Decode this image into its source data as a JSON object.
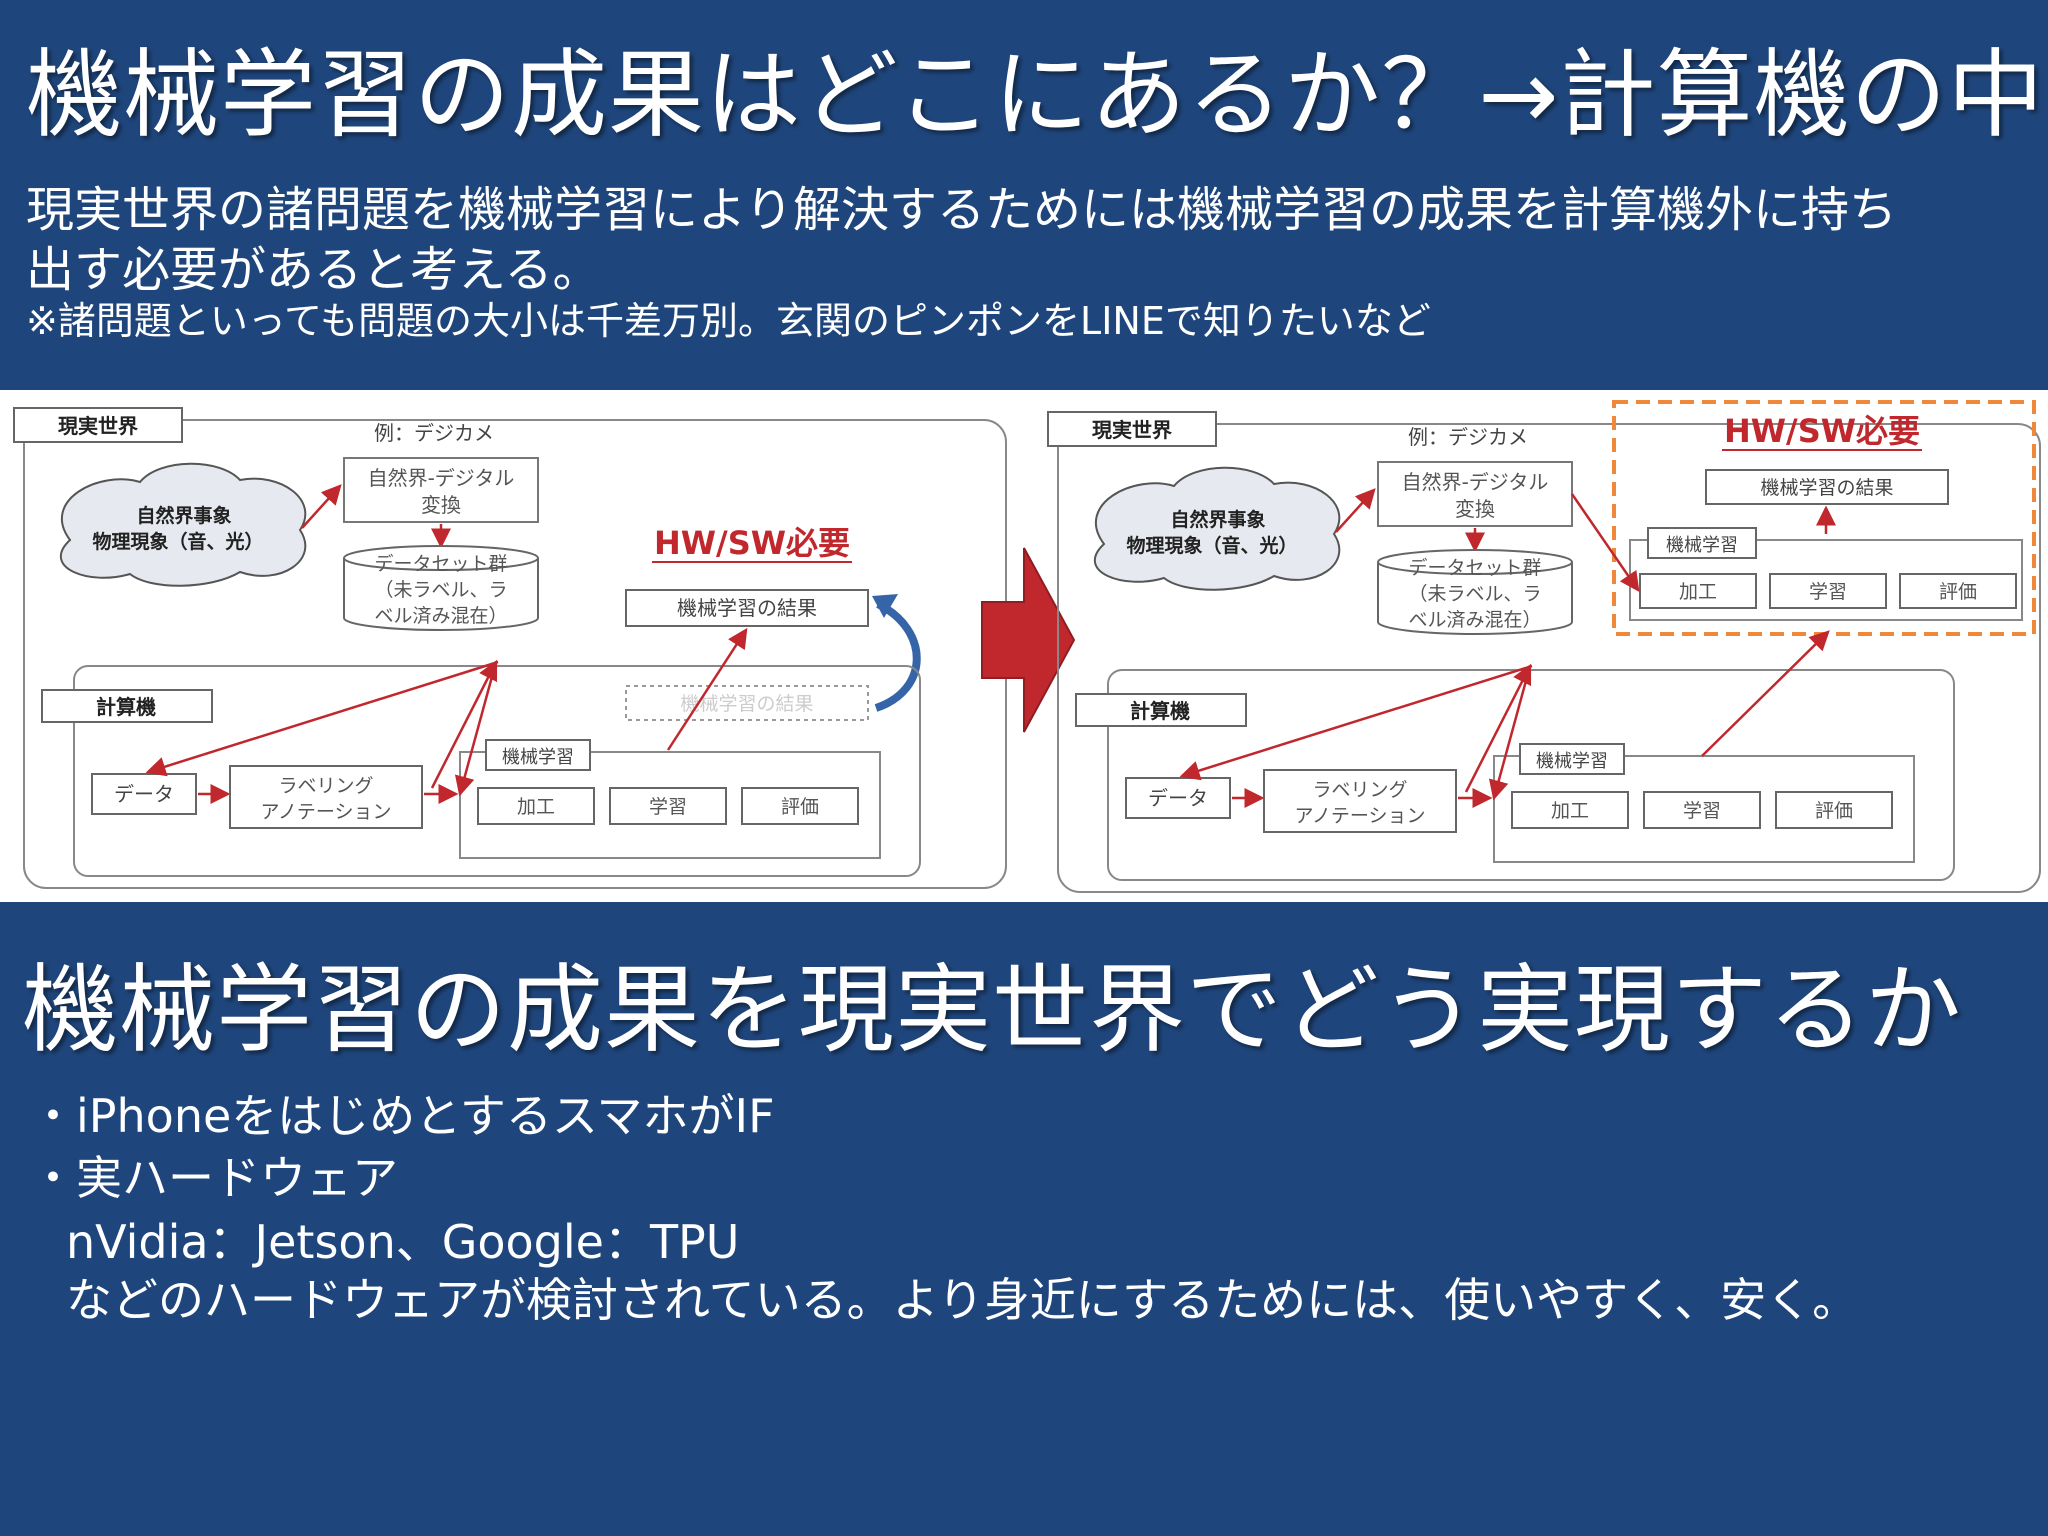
{
  "slide": {
    "title": "機械学習の成果はどこにあるか？→計算機の中",
    "intro_line1": "現実世界の諸問題を機械学習により解決するためには機械学習の成果を計算機外に持ち",
    "intro_line2": "出す必要があると考える。",
    "note": "※諸問題といっても問題の大小は千差万別。玄関のピンポンをLINEで知りたいなど",
    "subtitle": "機械学習の成果を現実世界でどう実現するか",
    "bullet1": "・iPhoneをはじめとするスマホがIF",
    "bullet2": "・実ハードウェア",
    "detail1": "nVidia：Jetson、Google：TPU",
    "detail2": "などのハードウェアが検討されている。より身近にするためには、使いやすく、安く。"
  },
  "diagram_left": {
    "real_world": "現実世界",
    "example": "例：デジカメ",
    "conversion_1": "自然界-デジタル",
    "conversion_2": "変換",
    "cloud_1": "自然界事象",
    "cloud_2": "物理現象（音、光）",
    "dataset_1": "データセット群",
    "dataset_2": "（未ラベル、ラ",
    "dataset_3": "ベル済み混在）",
    "hwsw": "HW/SW必要",
    "ml_result": "機械学習の結果",
    "ml_result_ghost": "機械学習の結果",
    "computer": "計算機",
    "data": "データ",
    "labeling_1": "ラベリング",
    "labeling_2": "アノテーション",
    "ml": "機械学習",
    "process": "加工",
    "learn": "学習",
    "evaluate": "評価"
  },
  "diagram_right": {
    "real_world": "現実世界",
    "example": "例：デジカメ",
    "conversion_1": "自然界-デジタル",
    "conversion_2": "変換",
    "cloud_1": "自然界事象",
    "cloud_2": "物理現象（音、光）",
    "dataset_1": "データセット群",
    "dataset_2": "（未ラベル、ラ",
    "dataset_3": "ベル済み混在）",
    "hwsw": "HW/SW必要",
    "ml_result": "機械学習の結果",
    "ml_top": "機械学習",
    "process_top": "加工",
    "learn_top": "学習",
    "evaluate_top": "評価",
    "computer": "計算機",
    "data": "データ",
    "labeling_1": "ラベリング",
    "labeling_2": "アノテーション",
    "ml": "機械学習",
    "process": "加工",
    "learn": "学習",
    "evaluate": "評価"
  },
  "colors": {
    "background": "#1f467c",
    "accent_red": "#c0282d",
    "accent_orange": "#f0883a",
    "arrow_blue": "#3565a8"
  }
}
